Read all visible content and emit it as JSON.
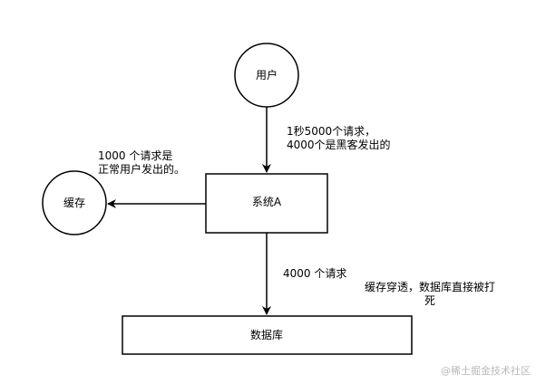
{
  "nodes": {
    "user": "用户",
    "cache": "缓存",
    "system": "系统A",
    "database": "数据库"
  },
  "notes": {
    "user_to_system": [
      "1秒5000个请求，",
      "4000个是黑客发出的"
    ],
    "system_to_cache": [
      "1000 个请求是",
      "正常用户发出的。"
    ],
    "system_to_database": "4000 个请求",
    "penetration": [
      "缓存穿透，数据库直接被打",
      "死"
    ]
  },
  "watermark": "@稀土掘金技术社区",
  "colors": {
    "stroke": "#000000",
    "fill": "#ffffff",
    "watermark": "#b9b9b9"
  }
}
